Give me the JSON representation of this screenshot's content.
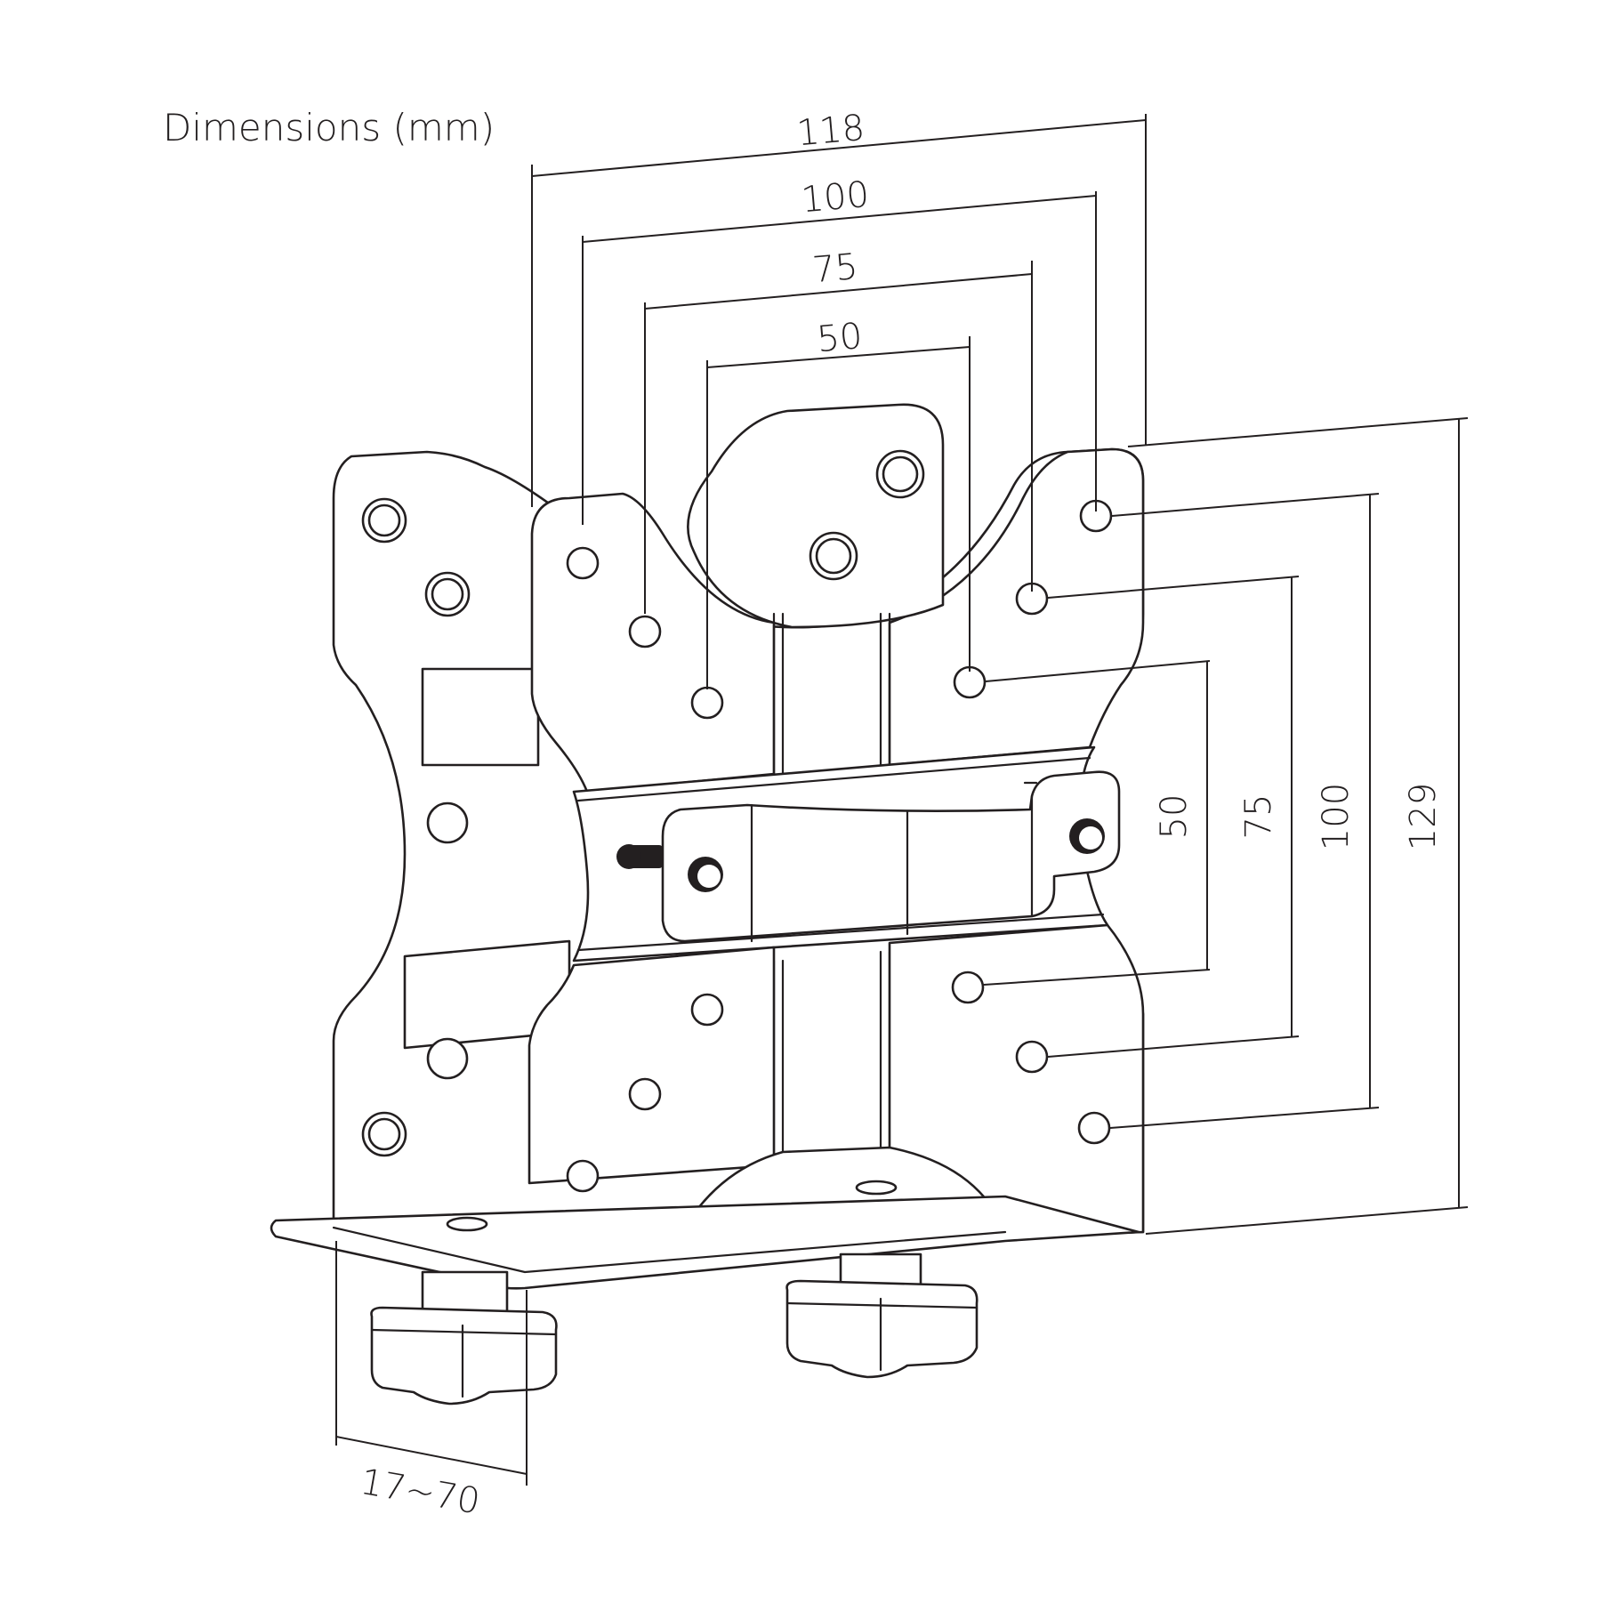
{
  "title": "Dimensions (mm)",
  "dimensions": {
    "top_118": "118",
    "top_100": "100",
    "top_75": "75",
    "top_50": "50",
    "side_50": "50",
    "side_75": "75",
    "side_100": "100",
    "side_129": "129",
    "clamp_range": "17~70"
  },
  "colors": {
    "line": "#231f20",
    "background": "#ffffff"
  }
}
